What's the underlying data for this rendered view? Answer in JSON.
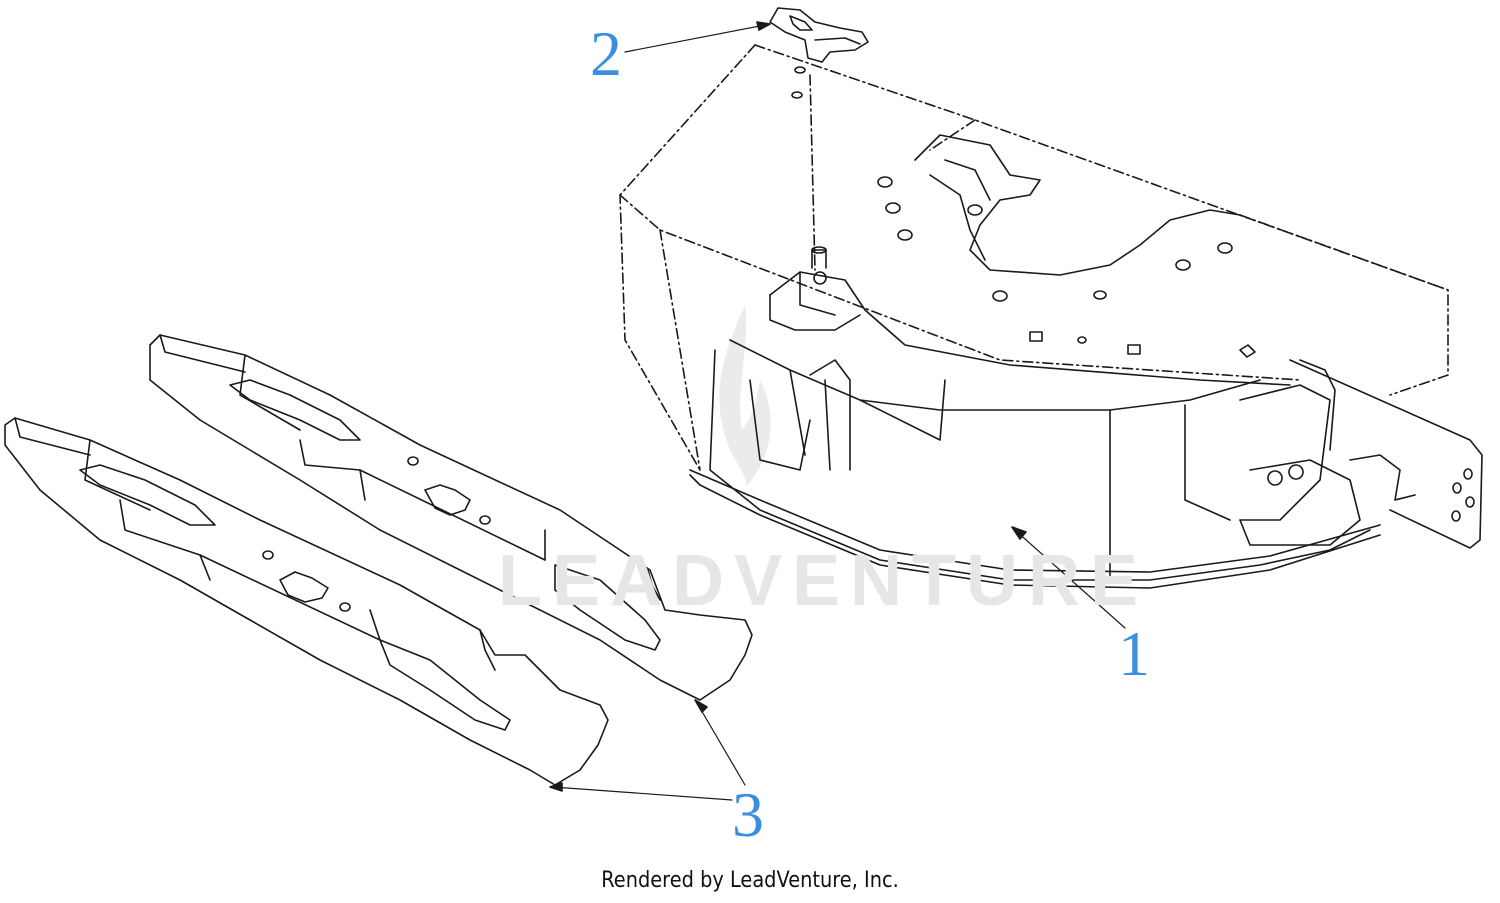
{
  "callouts": {
    "deck": "1",
    "knob": "2",
    "blades": "3"
  },
  "footer": "Rendered by LeadVenture, Inc.",
  "watermark": "LEADVENTURE",
  "colors": {
    "callout_blue": "#3a8fde",
    "line": "#1a1a1a"
  }
}
